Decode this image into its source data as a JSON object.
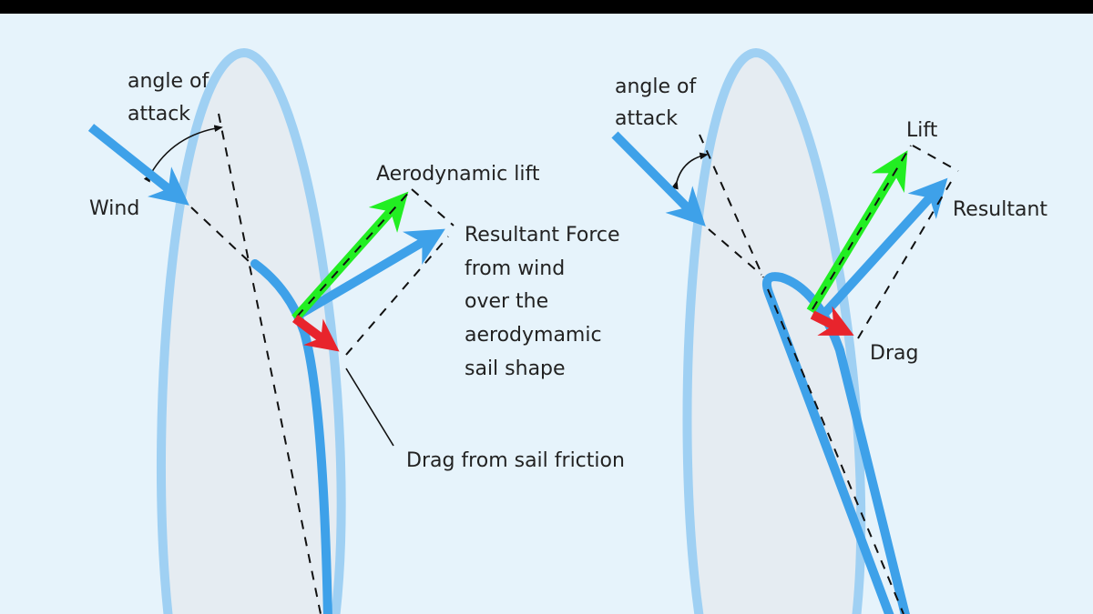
{
  "colors": {
    "background": "#e6f3fb",
    "hull": "#9fd0f3",
    "sail": "#3ea1e9",
    "lift": "#22ee22",
    "drag": "#e8242c",
    "resultant": "#3ea1e9"
  },
  "left": {
    "angle_label_1": "angle of",
    "angle_label_2": "attack",
    "wind": "Wind",
    "lift": "Aerodynamic lift",
    "resultant_lines": [
      "Resultant Force",
      "from wind",
      "over the",
      "aerodymamic",
      "sail shape"
    ],
    "drag": "Drag from sail friction"
  },
  "right": {
    "angle_label_1": "angle of",
    "angle_label_2": "attack",
    "lift": "Lift",
    "resultant": "Resultant",
    "drag": "Drag"
  }
}
